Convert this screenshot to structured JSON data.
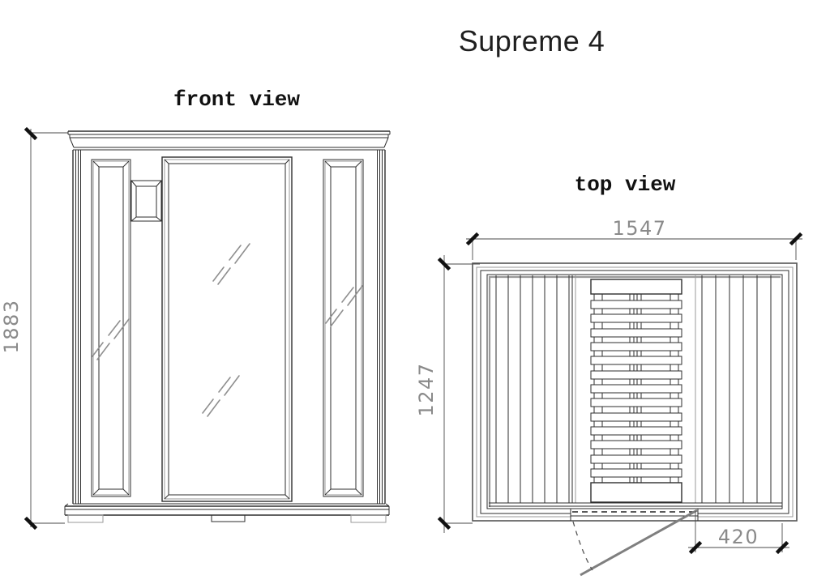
{
  "title": "Supreme 4",
  "views": {
    "front": {
      "label": "front view"
    },
    "top": {
      "label": "top view"
    }
  },
  "dimensions": {
    "front_height": "1883",
    "top_width": "1547",
    "top_depth": "1247",
    "door_offset": "420"
  },
  "colors": {
    "background": "#ffffff",
    "line": "#2e2e2e",
    "shadow": "#9a9a9a",
    "dim_text": "#8a8a8a",
    "tick": "#111111",
    "door_swing": "#7f7f7f"
  }
}
